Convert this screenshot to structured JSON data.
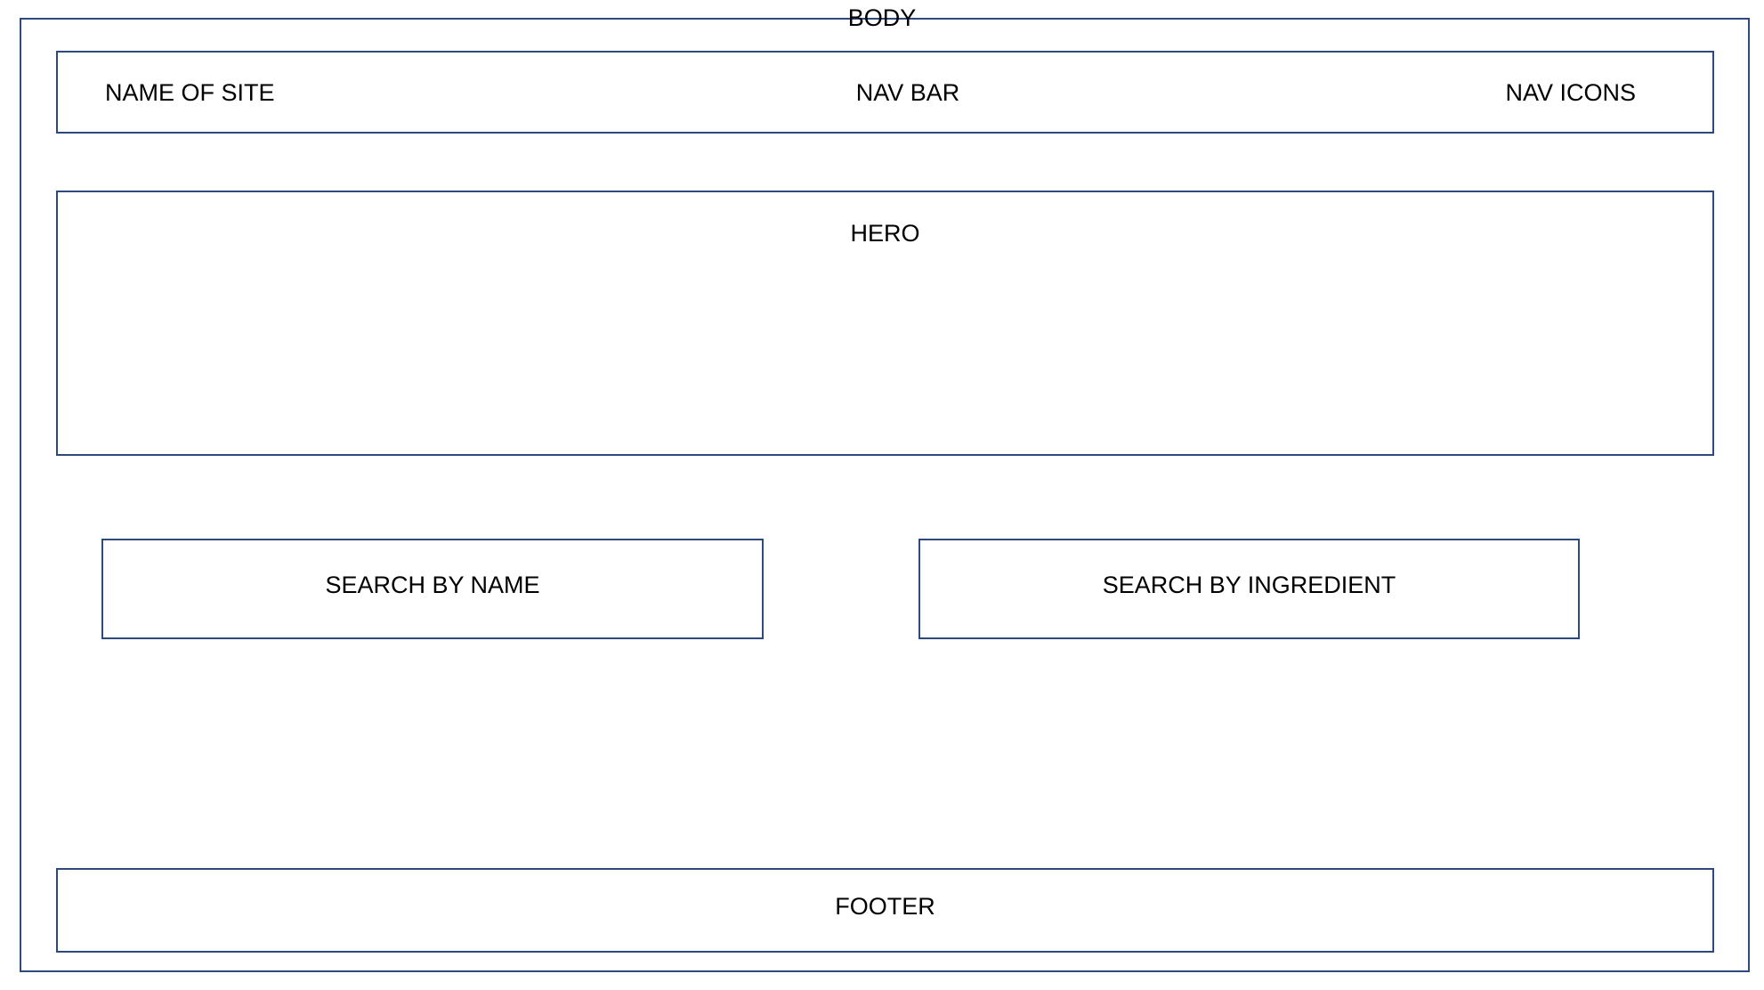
{
  "wireframe": {
    "body": {
      "label": "BODY"
    },
    "navbar": {
      "site_name": "NAME OF SITE",
      "nav_bar_label": "NAV BAR",
      "nav_icons_label": "NAV ICONS"
    },
    "hero": {
      "label": "HERO"
    },
    "search_buttons": [
      {
        "label": "SEARCH BY NAME"
      },
      {
        "label": "SEARCH BY INGREDIENT"
      }
    ],
    "footer": {
      "label": "FOOTER"
    },
    "colors": {
      "outline": "#2e4a7d",
      "text": "#000000",
      "background": "#ffffff"
    }
  }
}
